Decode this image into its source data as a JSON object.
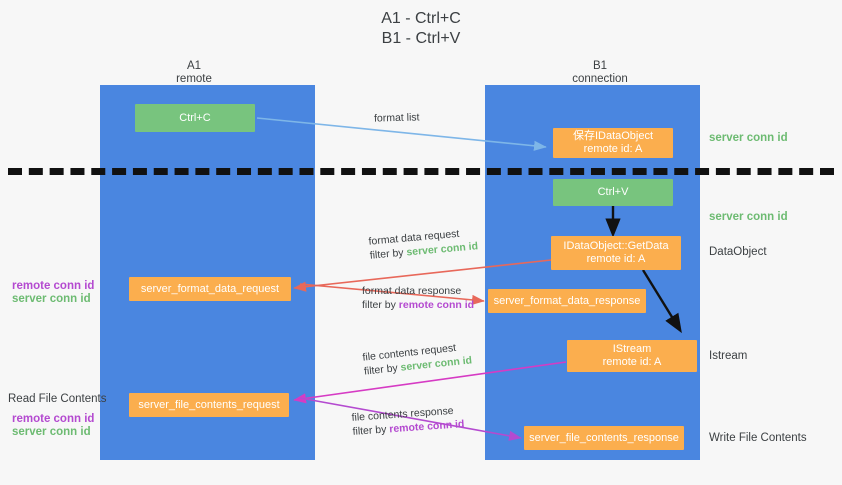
{
  "title": "A1 - Ctrl+C\nB1 - Ctrl+V",
  "columns": [
    {
      "name": "A1",
      "sub": "remote"
    },
    {
      "name": "B1",
      "sub": "connection"
    }
  ],
  "nodes": {
    "ctrl_c": {
      "label": "Ctrl+C"
    },
    "save_idataobject": {
      "line1": "保存IDataObject",
      "line2": "remote id: A"
    },
    "ctrl_v": {
      "label": "Ctrl+V"
    },
    "getdata": {
      "line1": "IDataObject::GetData",
      "line2": "remote id: A"
    },
    "istream": {
      "line1": "IStream",
      "line2": "remote id: A"
    },
    "server_format_data_request": {
      "label": "server_format_data_request"
    },
    "server_format_data_response": {
      "label": "server_format_data_response"
    },
    "server_file_contents_request": {
      "label": "server_file_contents_request"
    },
    "server_file_contents_response": {
      "label": "server_file_contents_response"
    }
  },
  "right_labels": {
    "server_conn_id_top": "server conn id",
    "server_conn_id_mid": "server conn id",
    "dataobject": "DataObject",
    "istream": "Istream",
    "write_file_contents": "Write File Contents"
  },
  "left_labels": {
    "remote_conn_id_1": "remote conn id",
    "server_conn_id_1": "server conn id",
    "read_file_contents": "Read File Contents",
    "remote_conn_id_2": "remote conn id",
    "server_conn_id_2": "server conn id"
  },
  "edges": [
    {
      "id": "format-list",
      "label": "format list",
      "filter_prefix": "",
      "filter_value": "",
      "color": "#7eb6e8"
    },
    {
      "id": "format-data-request",
      "label": "format data request",
      "filter_prefix": "filter by ",
      "filter_value": "server conn id",
      "color": "#e8685a"
    },
    {
      "id": "format-data-response",
      "label": "format data response",
      "filter_prefix": "filter by ",
      "filter_value": "remote conn id",
      "color": "#e8685a"
    },
    {
      "id": "file-contents-request",
      "label": "file contents request",
      "filter_prefix": "filter by ",
      "filter_value": "server conn id",
      "color": "#d63bc4"
    },
    {
      "id": "file-contents-response",
      "label": "file contents response",
      "filter_prefix": "filter by ",
      "filter_value": "remote conn id",
      "color": "#b44ad0"
    }
  ],
  "colors": {
    "lane": "#4a86e0",
    "green_node": "#78c47e",
    "orange_node": "#fbae4e",
    "server_conn_id": "#6dbb72",
    "remote_conn_id": "#b44ad0",
    "background": "#f7f7f7"
  }
}
